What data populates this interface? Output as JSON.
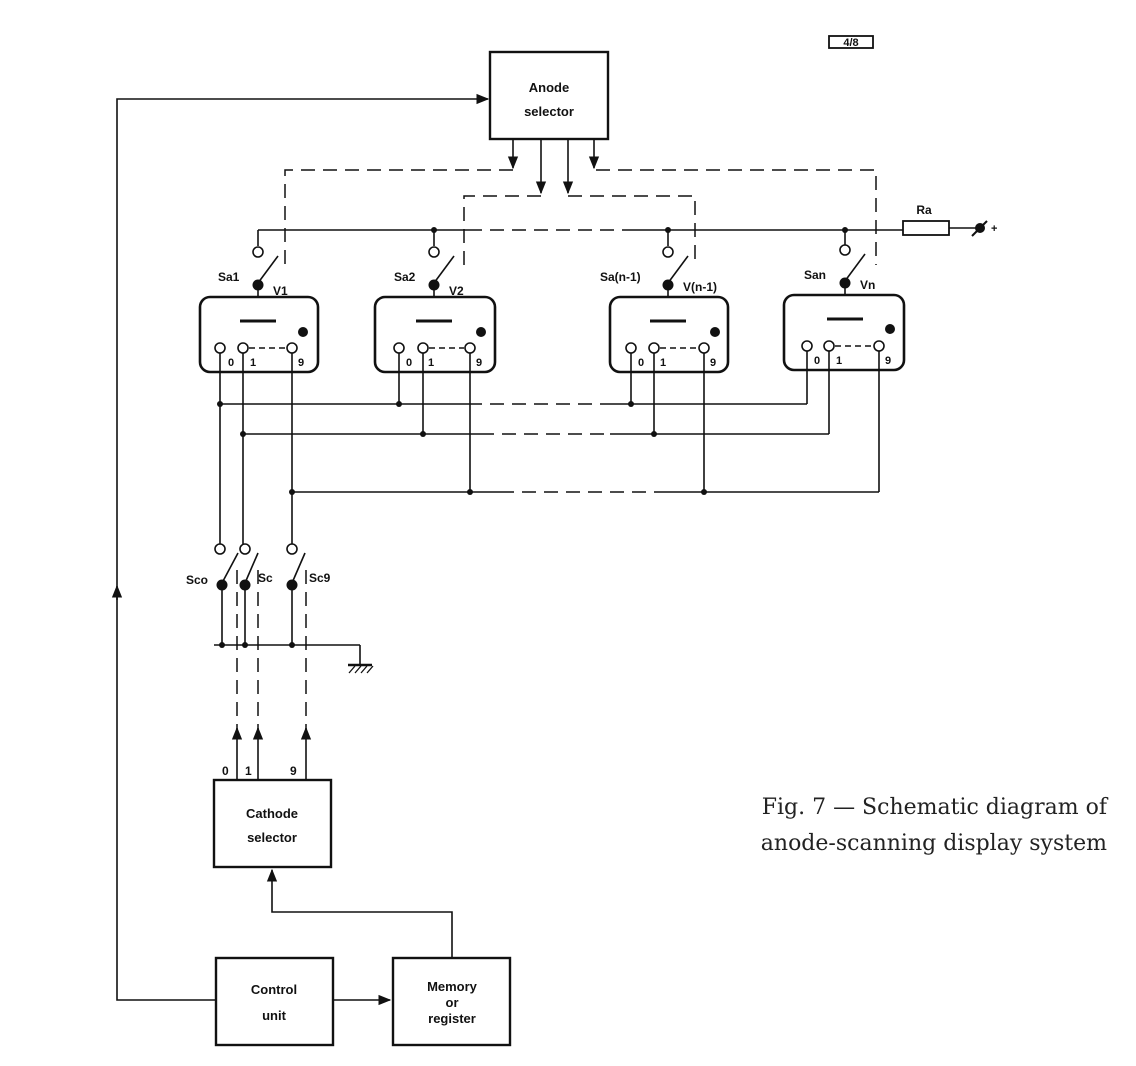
{
  "page_tag": "4/8",
  "blocks": {
    "anode_selector": [
      "Anode",
      "selector"
    ],
    "cathode_selector": [
      "Cathode",
      "selector"
    ],
    "control_unit": [
      "Control",
      "unit"
    ],
    "memory": [
      "Memory",
      "or",
      "register"
    ]
  },
  "tubes": [
    {
      "switch": "Sa1",
      "tube": "V1"
    },
    {
      "switch": "Sa2",
      "tube": "V2"
    },
    {
      "switch": "Sa(n-1)",
      "tube": "V(n-1)"
    },
    {
      "switch": "San",
      "tube": "Vn"
    }
  ],
  "pins": [
    "0",
    "1",
    "9"
  ],
  "resistor": "Ra",
  "supply": "+",
  "cathode_switches": [
    "Sco",
    "Sc",
    "Sc9"
  ],
  "cathode_outputs": [
    "0",
    "1",
    "9"
  ],
  "caption": [
    "Fig. 7 — Schematic diagram of",
    "anode-scanning display system"
  ]
}
